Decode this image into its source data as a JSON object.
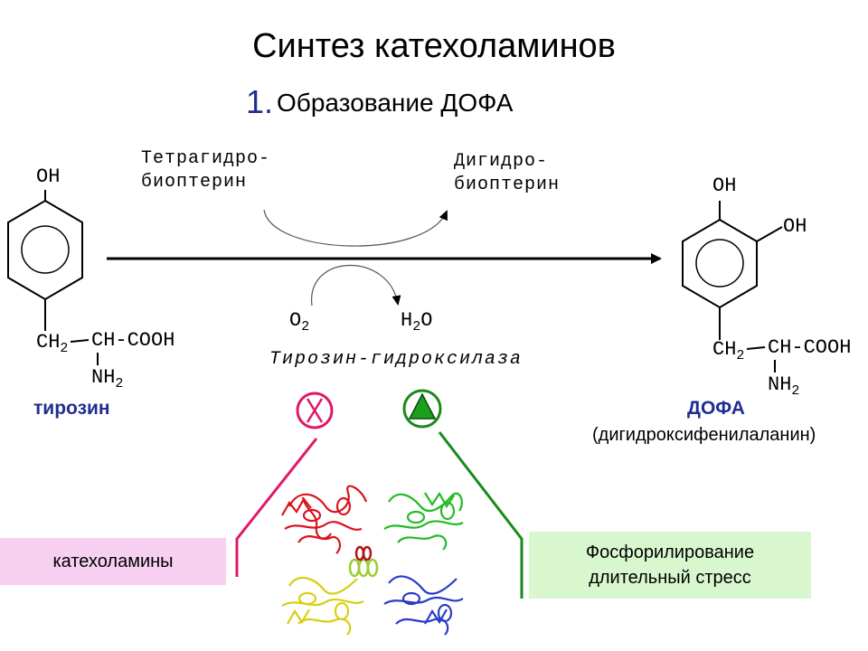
{
  "title": "Синтез катехоламинов",
  "subtitle": {
    "number": "1.",
    "text": "Образование ДОФА"
  },
  "cofactors": {
    "tetrahydro_line1": "Тетрагидро-",
    "tetrahydro_line2": "биоптерин",
    "dihydro_line1": "Дигидро-",
    "dihydro_line2": "биоптерин",
    "o2": "O",
    "o2_sub": "2",
    "h2o_h": "H",
    "h2o_sub": "2",
    "h2o_o": "O"
  },
  "enzyme": "Тирозин-гидроксилаза",
  "tyrosine": {
    "oh": "OH",
    "ch2": "CH",
    "ch2_sub": "2",
    "chain": "CH-COOH",
    "nh2": "NH",
    "nh2_sub": "2",
    "name": "тирозин"
  },
  "dopa": {
    "oh1": "OH",
    "oh2": "OH",
    "ch2": "CH",
    "ch2_sub": "2",
    "chain": "CH-COOH",
    "nh2": "NH",
    "nh2_sub": "2",
    "name": "ДОФА",
    "fullname": "(дигидроксифенилаланин)"
  },
  "inhibitor": {
    "label": "катехоламины",
    "color": "#e0176a"
  },
  "activator": {
    "label_line1": "Фосфорилирование",
    "label_line2": "длительный стресс",
    "color": "#1a8a1a"
  },
  "colors": {
    "accent_blue": "#1f2e8f",
    "pink_box": "#f6cff1",
    "green_box": "#d9f7cf"
  }
}
